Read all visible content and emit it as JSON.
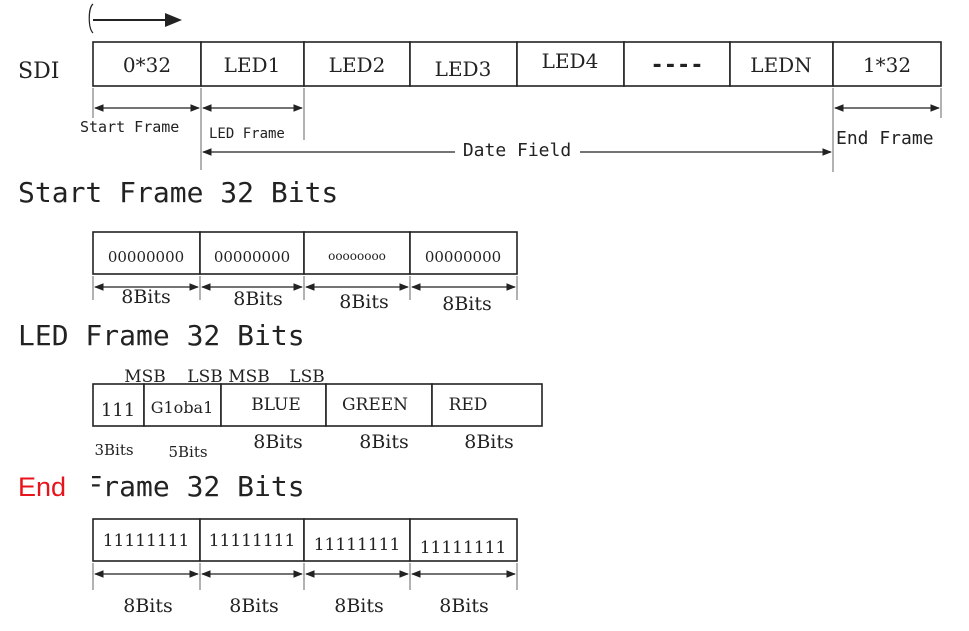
{
  "sdi": {
    "label": "SDI",
    "cells": [
      "0*32",
      "LED1",
      "LED2",
      "LED3",
      "LED4",
      "----",
      "LEDN",
      "1*32"
    ],
    "annotations": {
      "start_frame": "Start Frame",
      "led_frame": "LED Frame",
      "data_field": "Date Field",
      "end_frame": "End Frame"
    }
  },
  "start_frame": {
    "heading": "Start Frame 32 Bits",
    "cells": [
      "00000000",
      "00000000",
      "oooooooo",
      "00000000"
    ],
    "widths": [
      "8Bits",
      "8Bits",
      "8Bits",
      "8Bits"
    ]
  },
  "led_frame": {
    "heading": "LED Frame 32 Bits",
    "msb_lsb": [
      "MSB",
      "LSB",
      "MSB",
      "LSB"
    ],
    "cells": [
      "111",
      "G1oba1",
      "BLUE",
      "GREEN",
      "RED"
    ],
    "widths": [
      "3Bits",
      "5Bits",
      "8Bits",
      "8Bits",
      "8Bits"
    ]
  },
  "end_frame": {
    "heading_overlay": "End",
    "heading": "END Frame 32 Bits",
    "cells": [
      "11111111",
      "11111111",
      "11111111",
      "11111111"
    ],
    "widths": [
      "8Bits",
      "8Bits",
      "8Bits",
      "8Bits"
    ]
  },
  "colors": {
    "line": "#222222",
    "overlay": "#e8131b"
  }
}
